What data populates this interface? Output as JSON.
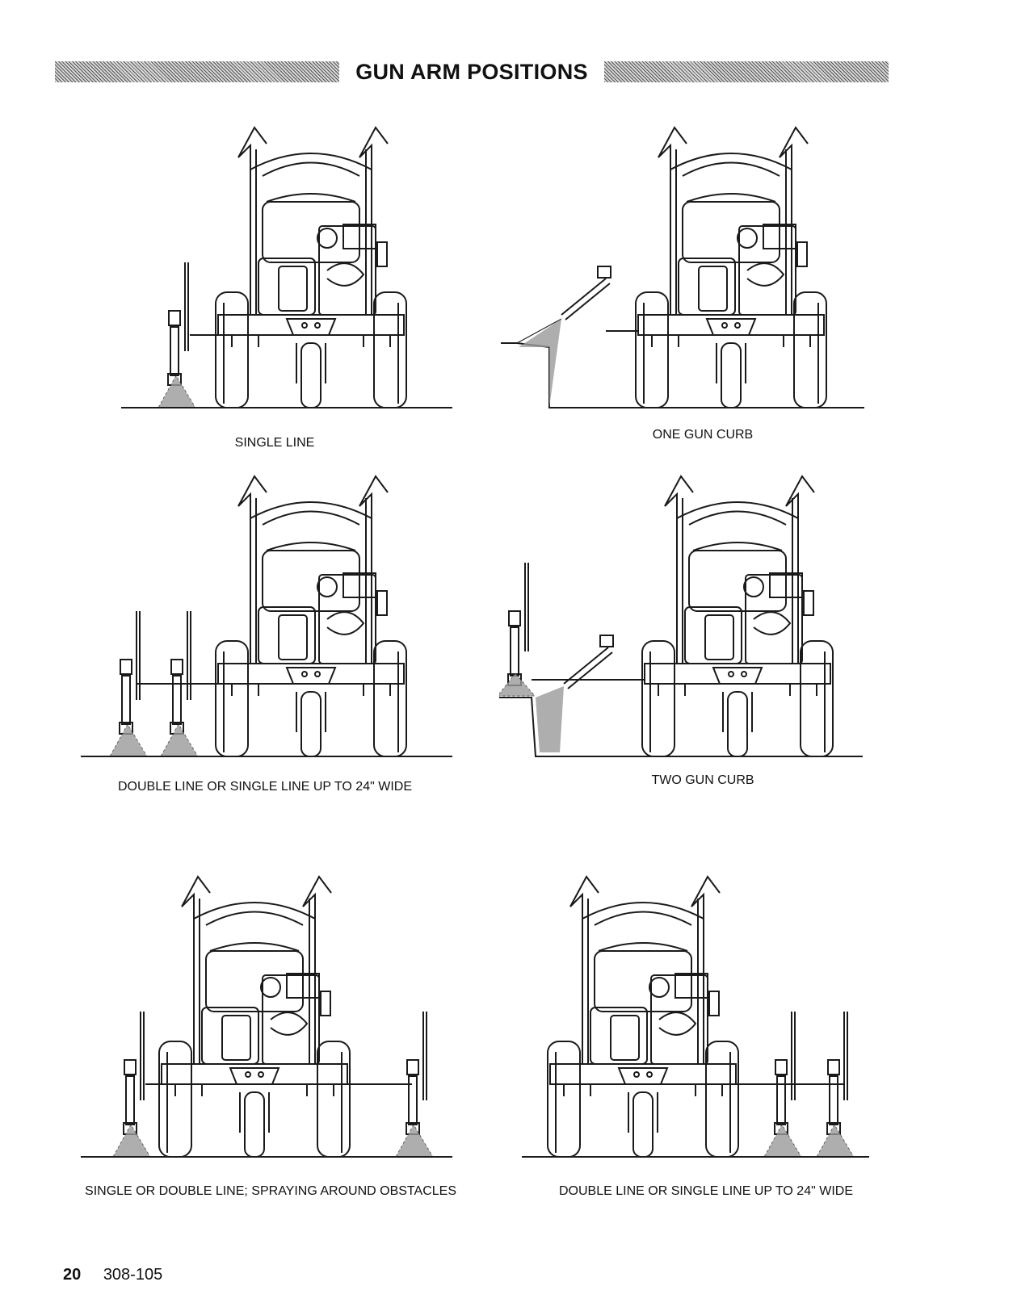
{
  "header": {
    "title": "GUN ARM POSITIONS"
  },
  "figures": [
    {
      "caption": "SINGLE LINE",
      "variant": "single-left"
    },
    {
      "caption": "ONE GUN CURB",
      "variant": "curb-one"
    },
    {
      "caption": "DOUBLE LINE OR SINGLE LINE UP TO 24\" WIDE",
      "variant": "double-left"
    },
    {
      "caption": "TWO GUN CURB",
      "variant": "curb-two"
    },
    {
      "caption": "SINGLE OR DOUBLE LINE; SPRAYING AROUND OBSTACLES",
      "variant": "both-sides"
    },
    {
      "caption": "DOUBLE LINE OR SINGLE LINE UP TO 24\" WIDE",
      "variant": "double-right"
    }
  ],
  "footer": {
    "page_number": "20",
    "doc_number": "308-105"
  },
  "colors": {
    "ink": "#1a1a1a",
    "spray": "#9a9a9a"
  }
}
